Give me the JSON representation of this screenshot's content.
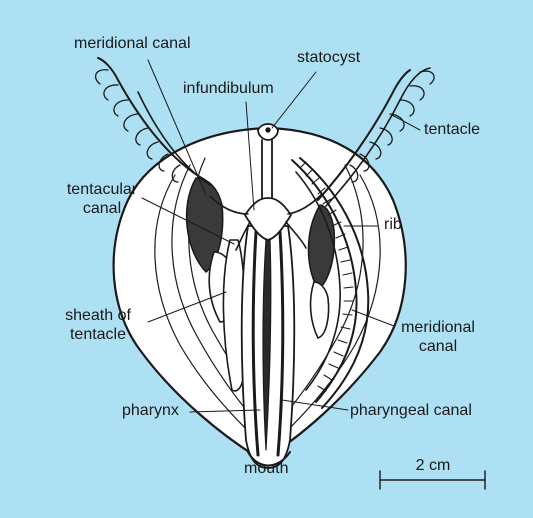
{
  "colors": {
    "background": "#aee0f4",
    "ink": "#1a1a1a",
    "body_fill": "#ffffff"
  },
  "labels": {
    "meridional_canal_top": "meridional canal",
    "statocyst": "statocyst",
    "infundibulum": "infundibulum",
    "tentacle": "tentacle",
    "tentacular_canal_line1": "tentacular",
    "tentacular_canal_line2": "canal",
    "rib": "rib",
    "sheath_line1": "sheath of",
    "sheath_line2": "tentacle",
    "meridional_canal_right_line1": "meridional",
    "meridional_canal_right_line2": "canal",
    "pharynx": "pharynx",
    "pharyngeal_canal": "pharyngeal canal",
    "mouth": "mouth",
    "scale_bar": "2 cm"
  }
}
